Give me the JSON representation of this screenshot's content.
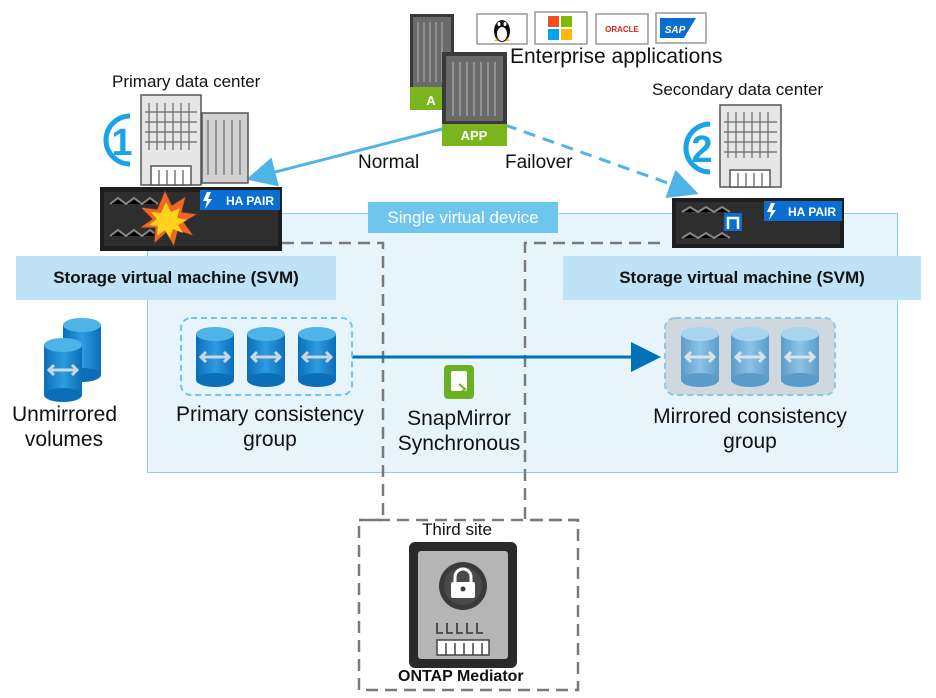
{
  "labels": {
    "enterprise_apps": "Enterprise applications",
    "primary_dc": "Primary data center",
    "secondary_dc": "Secondary data center",
    "num1": "1",
    "num2": "2",
    "normal": "Normal",
    "failover": "Failover",
    "single_virtual_device": "Single virtual device",
    "svm_left": "Storage virtual machine (SVM)",
    "svm_right": "Storage virtual machine (SVM)",
    "unmirrored_1": "Unmirrored",
    "unmirrored_2": "volumes",
    "primary_cg_1": "Primary consistency",
    "primary_cg_2": "group",
    "snapmirror_1": "SnapMirror",
    "snapmirror_2": "Synchronous",
    "mirrored_cg_1": "Mirrored consistency",
    "mirrored_cg_2": "group",
    "third_site": "Third site",
    "ontap_mediator": "ONTAP Mediator",
    "ha_pair_left": "HA PAIR",
    "ha_pair_right": "HA PAIR",
    "app_front": "APP",
    "app_back": "A",
    "oracle": "ORACLE",
    "sap": "SAP"
  },
  "colors": {
    "accent_blue": "#009fe3",
    "light_blue": "#6ec6ee",
    "svm_bar": "#bfe2f7",
    "device_fill": "#e8f4fc",
    "app_green": "#7ab51d",
    "snapmirror_green": "#6ab023"
  },
  "icons": [
    "linux-tux-icon",
    "microsoft-windows-icon",
    "oracle-logo",
    "sap-logo",
    "app-server-icon",
    "building-icon",
    "ha-pair-storage-icon",
    "explosion-icon",
    "database-cylinder-icon",
    "snapmirror-icon",
    "lock-icon",
    "mediator-server-icon"
  ]
}
